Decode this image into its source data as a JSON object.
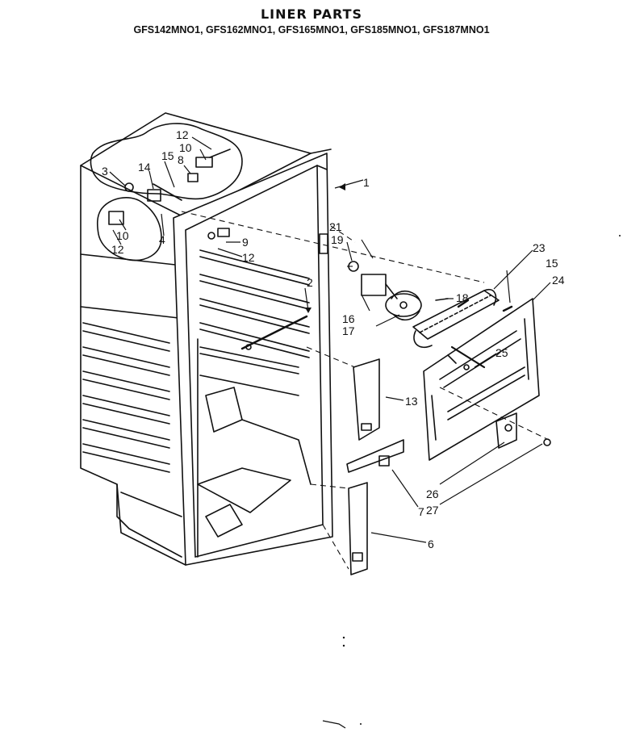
{
  "header": {
    "title": "LINER PARTS",
    "models": "GFS142MNO1, GFS162MNO1, GFS165MNO1, GFS185MNO1, GFS187MNO1"
  },
  "callouts": {
    "p1": "1",
    "p2": "2",
    "p3": "3",
    "p4": "4",
    "p6": "6",
    "p7": "7",
    "p8": "8",
    "p9": "9",
    "p10a": "10",
    "p10b": "10",
    "p12a": "12",
    "p12b": "12",
    "p12c": "12",
    "p13": "13",
    "p14": "14",
    "p15a": "15",
    "p15b": "15",
    "p16": "16",
    "p17": "17",
    "p18": "18",
    "p19": "19",
    "p21": "21",
    "p23": "23",
    "p24": "24",
    "p25": "25",
    "p26": "26",
    "p27": "27"
  }
}
